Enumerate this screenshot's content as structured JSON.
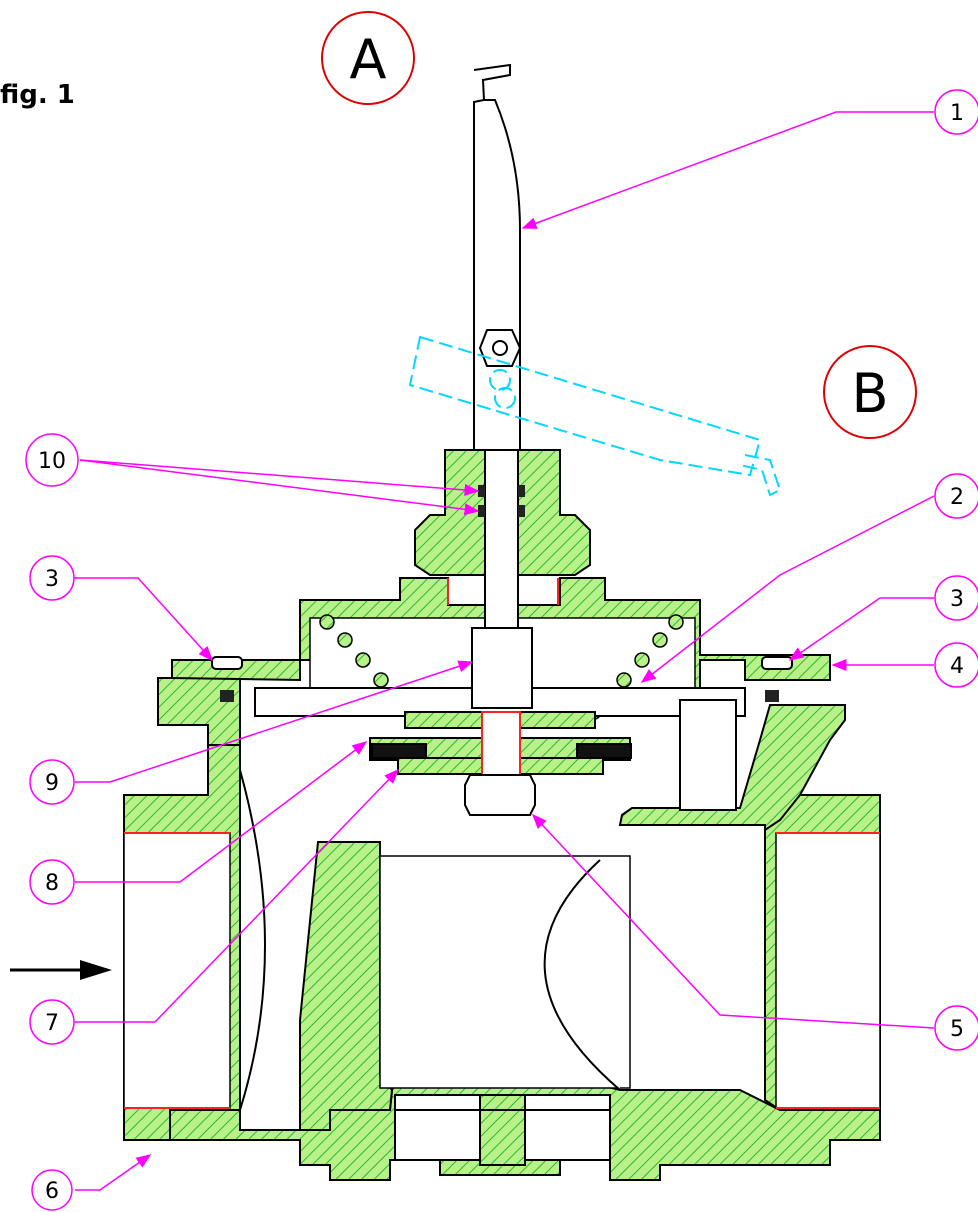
{
  "figure": {
    "title": "fig. 1",
    "view_labels": [
      "A",
      "B"
    ]
  },
  "callouts": [
    {
      "id": "1",
      "label": "1"
    },
    {
      "id": "2",
      "label": "2"
    },
    {
      "id": "3a",
      "label": "3"
    },
    {
      "id": "3b",
      "label": "3"
    },
    {
      "id": "4",
      "label": "4"
    },
    {
      "id": "5",
      "label": "5"
    },
    {
      "id": "6",
      "label": "6"
    },
    {
      "id": "7",
      "label": "7"
    },
    {
      "id": "8",
      "label": "8"
    },
    {
      "id": "9",
      "label": "9"
    },
    {
      "id": "10",
      "label": "10"
    }
  ],
  "colors": {
    "hatch_fill": "#b8f08a",
    "hatch_line": "#2db82d",
    "outline": "#000000",
    "leader": "#ff00ff",
    "view_circle": "#e00000",
    "ghost_lever": "#00d8ff",
    "seal_red": "#ff2020"
  }
}
